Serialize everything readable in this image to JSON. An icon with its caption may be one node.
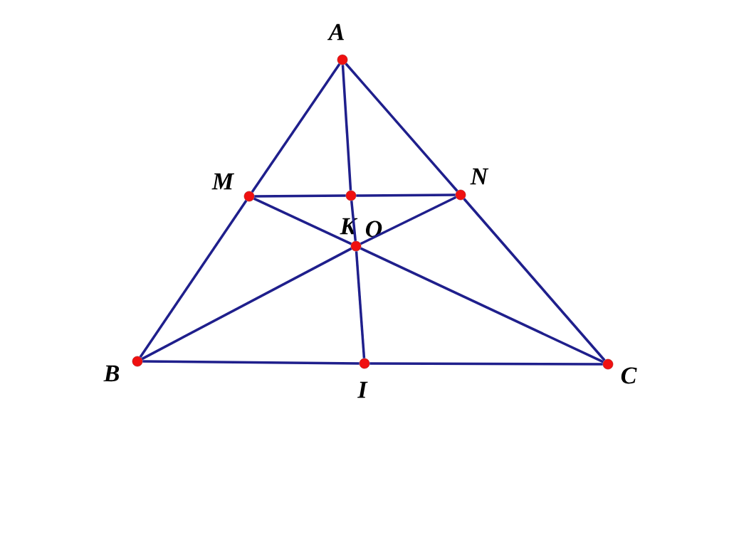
{
  "diagram": {
    "nodes": [
      {
        "text": [
          "A"
        ]
      },
      {
        "text": [
          "M"
        ]
      },
      {
        "text": [
          "N"
        ]
      },
      {
        "text": [
          "K"
        ]
      },
      {
        "text": [
          "O"
        ]
      },
      {
        "text": [
          "B"
        ]
      },
      {
        "text": [
          "I"
        ]
      },
      {
        "text": [
          "C"
        ]
      }
    ],
    "edges": [
      {
        "from": 0,
        "to": 1,
        "arrow": "none"
      },
      {
        "from": 1,
        "to": 5,
        "arrow": "none"
      },
      {
        "from": 0,
        "to": 2,
        "arrow": "none"
      },
      {
        "from": 2,
        "to": 7,
        "arrow": "none"
      },
      {
        "from": 5,
        "to": 6,
        "arrow": "none"
      },
      {
        "from": 6,
        "to": 7,
        "arrow": "none"
      },
      {
        "from": 1,
        "to": 3,
        "arrow": "none"
      },
      {
        "from": 3,
        "to": 2,
        "arrow": "none"
      },
      {
        "from": 0,
        "to": 3,
        "arrow": "none"
      },
      {
        "from": 3,
        "to": 4,
        "arrow": "none"
      },
      {
        "from": 4,
        "to": 6,
        "arrow": "none"
      },
      {
        "from": 1,
        "to": 4,
        "arrow": "none"
      },
      {
        "from": 4,
        "to": 7,
        "arrow": "none"
      },
      {
        "from": 2,
        "to": 4,
        "arrow": "none"
      },
      {
        "from": 4,
        "to": 5,
        "arrow": "none"
      }
    ]
  }
}
